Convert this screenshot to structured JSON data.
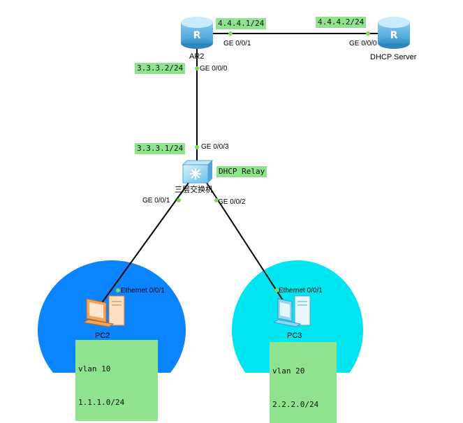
{
  "devices": {
    "ar2": {
      "name": "AR2",
      "icon": "router-icon"
    },
    "dhcp_server": {
      "name": "DHCP Server",
      "icon": "router-icon"
    },
    "l3switch": {
      "name": "三层交换机",
      "icon": "layer3-switch-icon"
    },
    "pc2": {
      "name": "PC2",
      "icon": "pc-icon"
    },
    "pc3": {
      "name": "PC3",
      "icon": "pc-icon"
    }
  },
  "ip_tags": {
    "ar2_ge001": "4.4.4.1/24",
    "server_ge000": "4.4.4.2/24",
    "ar2_ge000": "3.3.3.2/24",
    "switch_ge003": "3.3.3.1/24",
    "relay": "DHCP Relay"
  },
  "ports": {
    "ar2_ge001": "GE 0/0/1",
    "server_ge000": "GE 0/0/0",
    "ar2_ge000": "GE 0/0/0",
    "switch_ge003": "GE 0/0/3",
    "switch_ge001": "GE 0/0/1",
    "switch_ge002": "GE 0/0/2",
    "pc2_eth": "Ethernet 0/0/1",
    "pc3_eth": "Ethernet 0/0/1"
  },
  "vlans": {
    "pc2": {
      "vlan": "vlan 10",
      "subnet": "1.1.1.0/24"
    },
    "pc3": {
      "vlan": "vlan 20",
      "subnet": "2.2.2.0/24"
    }
  },
  "colors": {
    "link": "#000000",
    "port_dot": "#7ed957",
    "tag_bg": "#8fe38f",
    "vlan10_area": "#0a84ff",
    "vlan20_area": "#00e5ef",
    "router_body": "#5ab4e6",
    "pc_orange": "#f3a45b",
    "pc_blue": "#8fd7f2"
  }
}
